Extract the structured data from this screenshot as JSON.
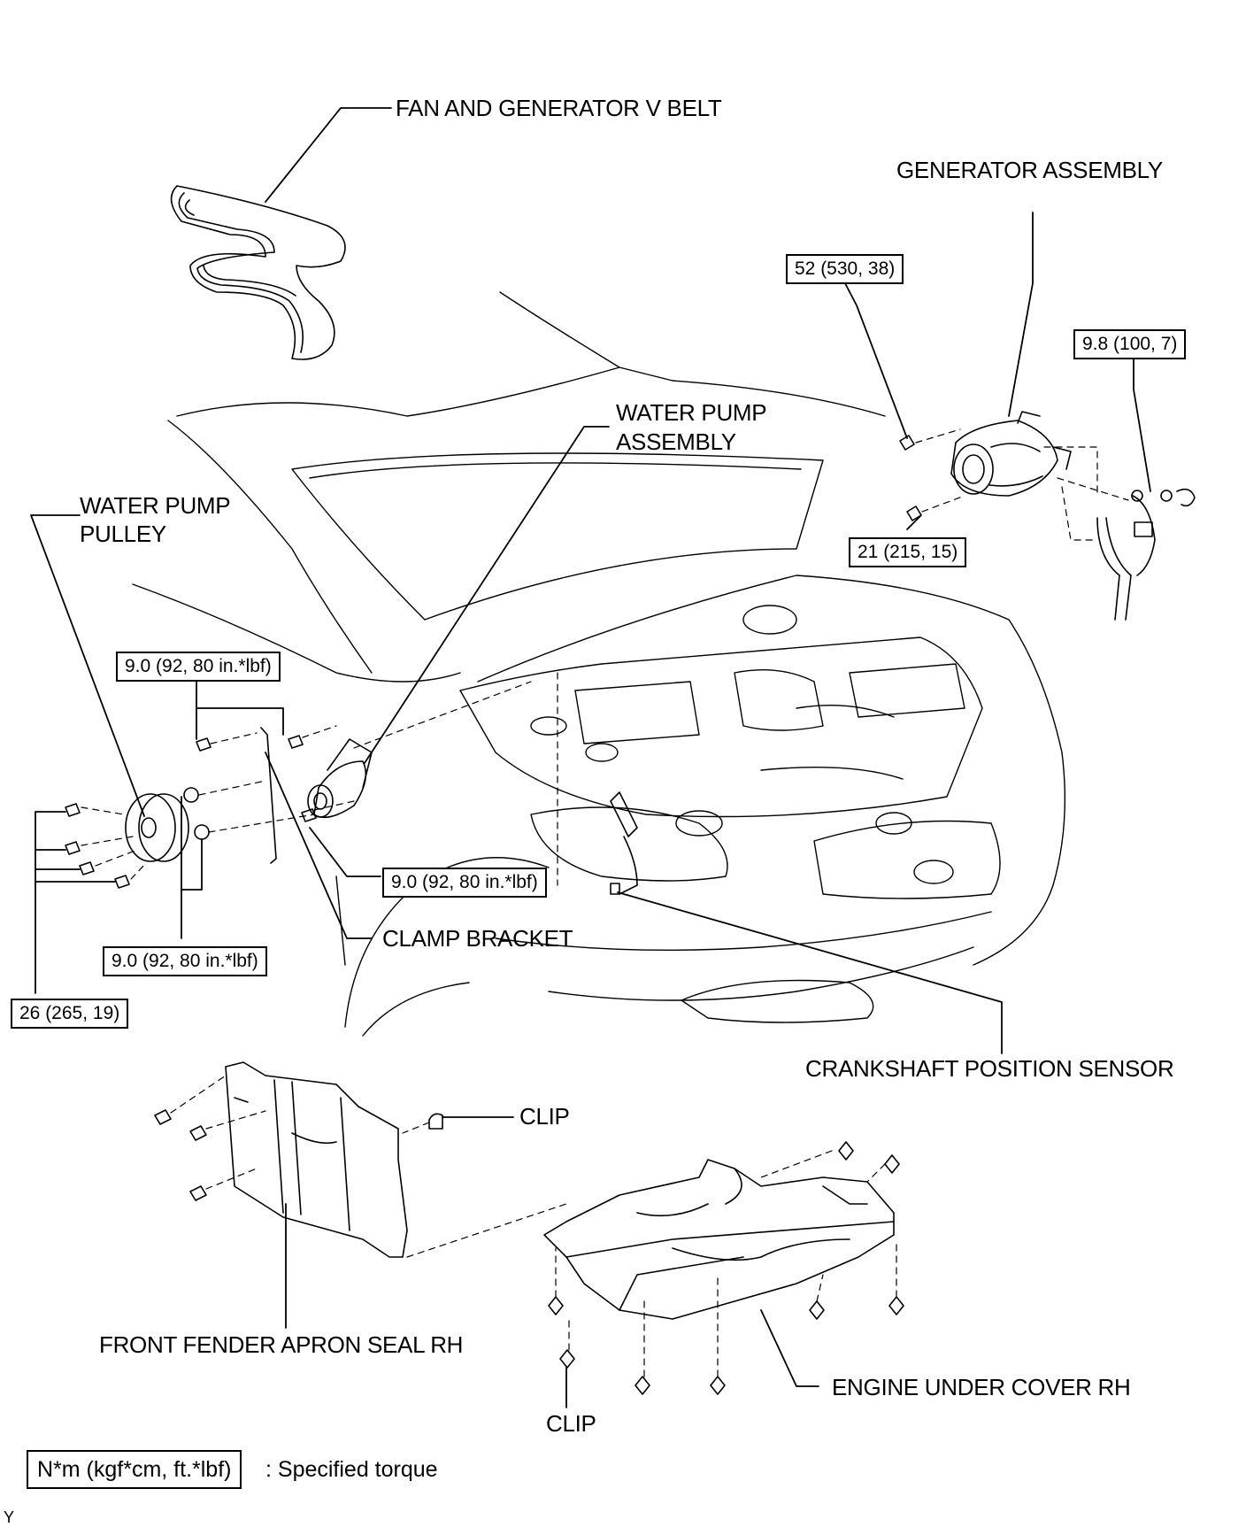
{
  "labels": {
    "fan_belt": "FAN AND GENERATOR V BELT",
    "generator": "GENERATOR ASSEMBLY",
    "water_pump_asm_1": "WATER PUMP",
    "water_pump_asm_2": "ASSEMBLY",
    "water_pump_pulley_1": "WATER PUMP",
    "water_pump_pulley_2": "PULLEY",
    "clamp_bracket": "CLAMP BRACKET",
    "crankshaft_sensor": "CRANKSHAFT POSITION SENSOR",
    "clip_1": "CLIP",
    "clip_2": "CLIP",
    "fender_seal": "FRONT FENDER APRON SEAL RH",
    "under_cover": "ENGINE UNDER COVER RH"
  },
  "torques": {
    "gen_upper": "52 (530, 38)",
    "gen_terminal": "9.8 (100, 7)",
    "gen_lower": "21 (215, 15)",
    "pump_upper": "9.0 (92, 80 in.*lbf)",
    "pump_lower": "9.0 (92, 80 in.*lbf)",
    "pump_stud": "9.0 (92, 80 in.*lbf)",
    "pulley": "26 (265, 19)"
  },
  "legend": {
    "unit": "N*m (kgf*cm, ft.*lbf)",
    "description": ": Specified torque"
  },
  "figure_code": "Y"
}
